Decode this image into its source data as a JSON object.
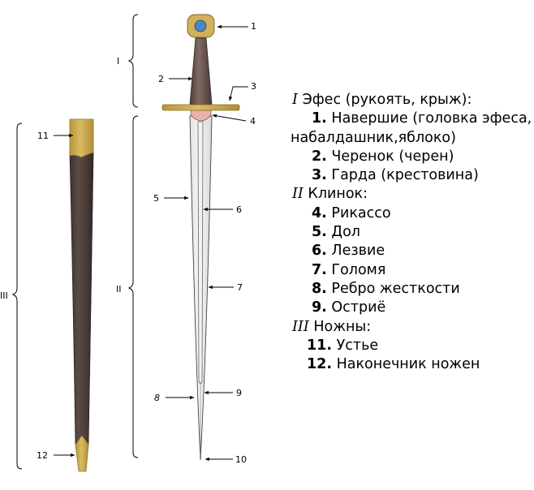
{
  "callouts": {
    "c1": "1",
    "c2": "2",
    "c3": "3",
    "c4": "4",
    "c5": "5",
    "c6": "6",
    "c7": "7",
    "c8": "8",
    "c9": "9",
    "c10": "10",
    "c11": "11",
    "c12": "12",
    "section_I": "I",
    "section_II": "II",
    "section_III": "III"
  },
  "legend": {
    "hilt": {
      "numeral": "I",
      "label": "Эфес (рукоять, крыж):"
    },
    "pommel": {
      "num": "1.",
      "label": "Навершие (головка эфеса,",
      "label_cont": "набалдашник,яблоко)"
    },
    "grip": {
      "num": "2.",
      "label": "Черенок (черен)"
    },
    "guard": {
      "num": "3.",
      "label": "Гарда (крестовина)"
    },
    "blade": {
      "numeral": "II",
      "label": "Клинок:"
    },
    "ricasso": {
      "num": "4.",
      "label": "Рикассо"
    },
    "fuller": {
      "num": "5.",
      "label": "Дол"
    },
    "edge": {
      "num": "6.",
      "label": "Лезвие"
    },
    "flat": {
      "num": "7.",
      "label": "Голомя"
    },
    "rib": {
      "num": "8.",
      "label": "Ребро жесткости"
    },
    "point": {
      "num": "9.",
      "label": "Остриё"
    },
    "scabbard": {
      "numeral": "III",
      "label": "Ножны:"
    },
    "throat": {
      "num": "11.",
      "label": "Устье"
    },
    "chape": {
      "num": "12.",
      "label": "Наконечник ножен"
    }
  },
  "colors": {
    "scabbard_leather": "#4a3c38",
    "scabbard_fitting": "#c9a94e",
    "guard_gold": "#d4b35a",
    "pommel_gold": "#d1b15a",
    "pommel_gem": "#4a86c4",
    "grip_brown": "#6a5450",
    "ricasso_pink": "#e6b4aa",
    "blade_steel": "#efefef"
  }
}
